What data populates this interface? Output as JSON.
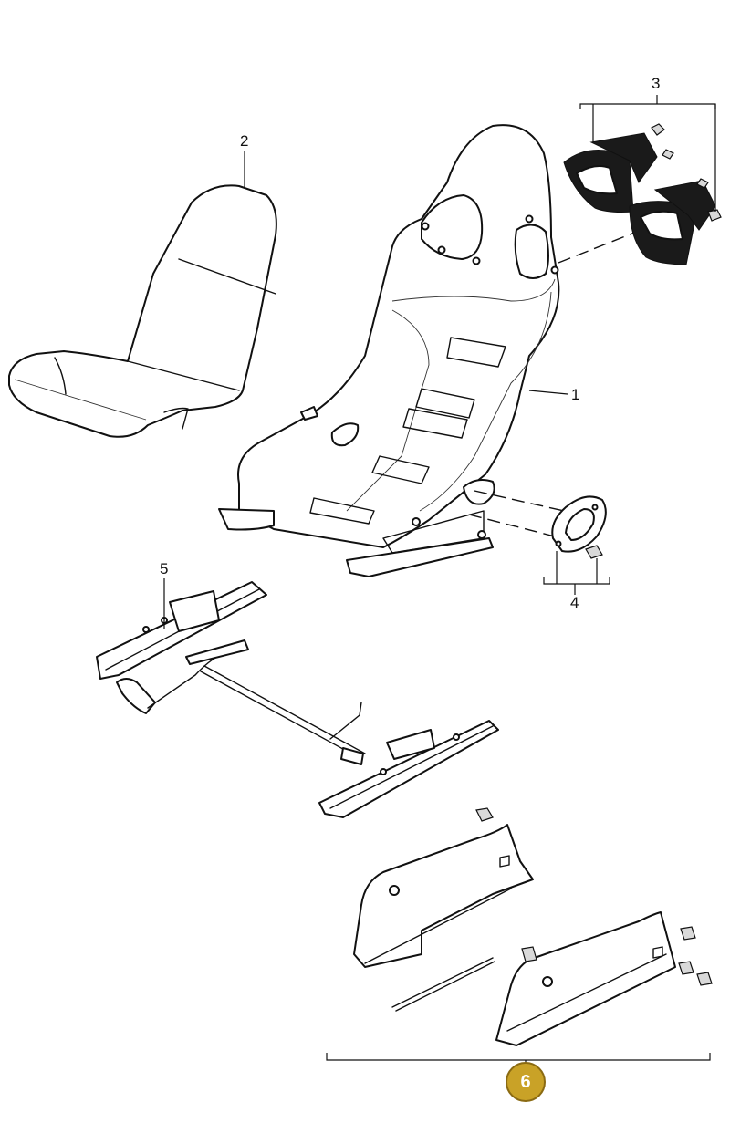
{
  "callouts": {
    "c1": "1",
    "c2": "2",
    "c3": "3",
    "c4": "4",
    "c5": "5"
  },
  "badge": {
    "label": "6",
    "color": "#c9a227"
  },
  "colors": {
    "line": "#111111",
    "background": "#ffffff"
  }
}
